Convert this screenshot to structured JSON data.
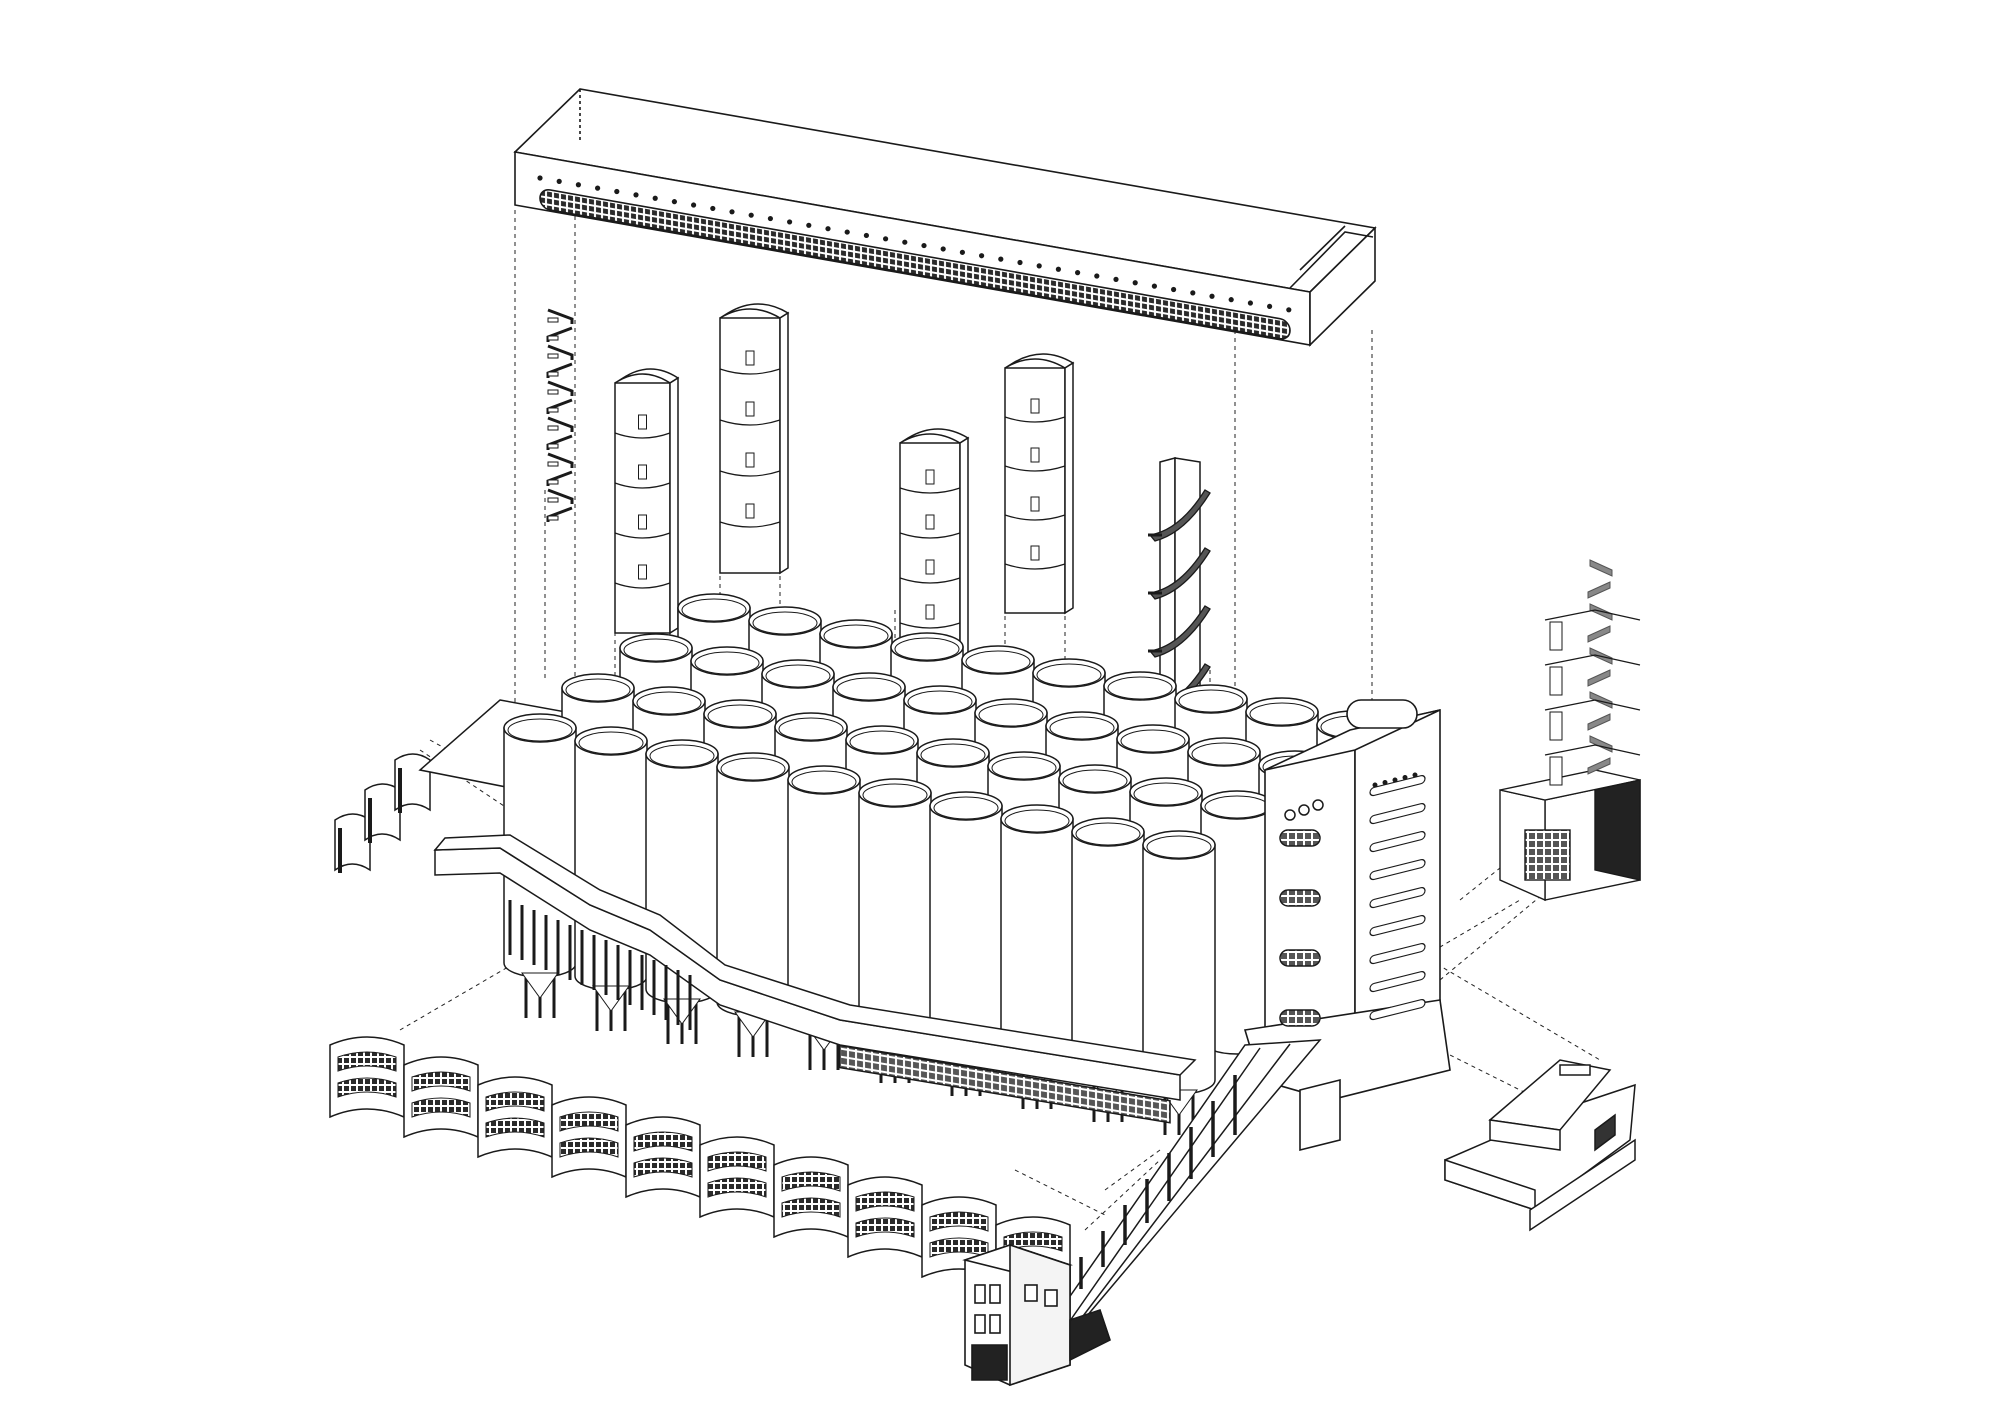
{
  "diagram": {
    "kind": "exploded-axonometric",
    "stroke_color": "#1a1a1a",
    "fill_color": "#ffffff",
    "accent_gray": "#8a8a8a",
    "grid_window_color": "#2a2a2a",
    "silo_rows": 4,
    "silo_cols": 10,
    "exploded_components": [
      "roof-gallery-box",
      "spiral-stair-left",
      "tube-cut-1",
      "tube-cut-2",
      "tube-cut-3",
      "tube-cut-4",
      "stair-slab-tower",
      "stair-tower-right",
      "wavy-wall-left",
      "curved-facade-row",
      "elevated-walkway",
      "tower-building",
      "side-block-right",
      "small-building",
      "conveyor-ramp"
    ]
  }
}
